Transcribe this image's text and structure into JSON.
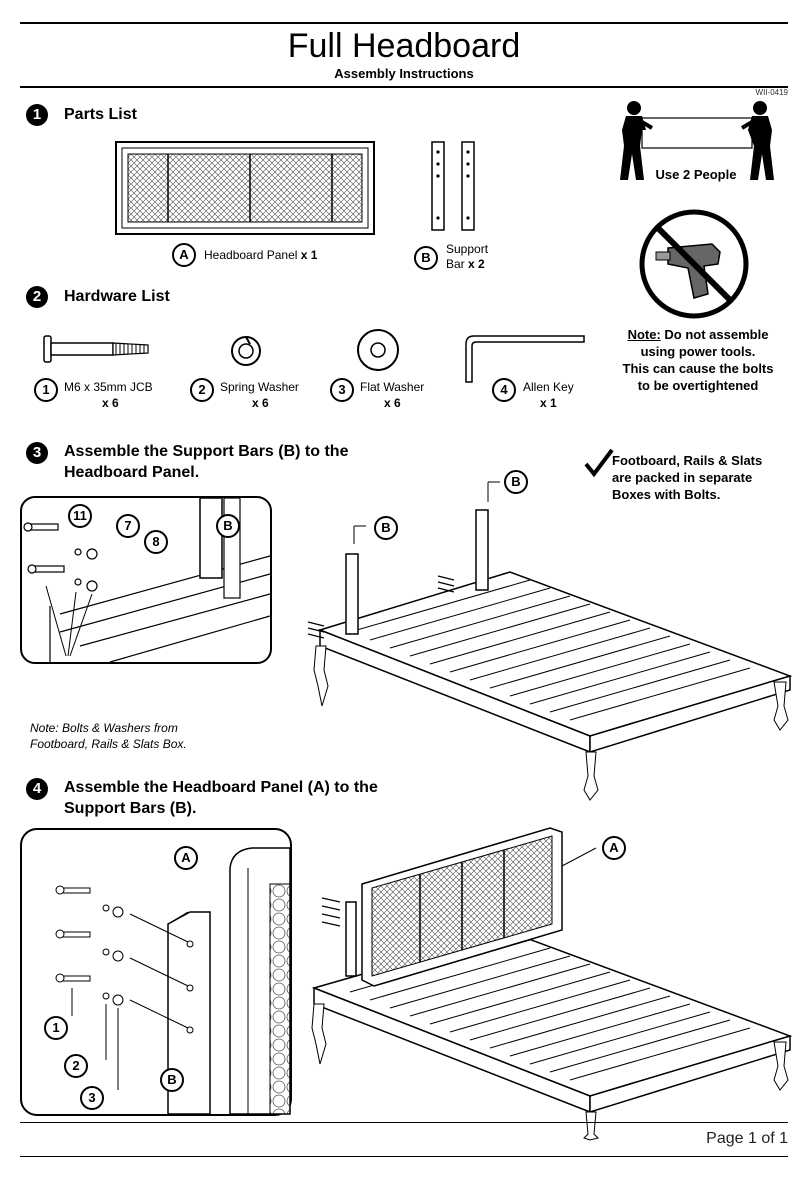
{
  "header": {
    "title": "Full Headboard",
    "subtitle": "Assembly Instructions",
    "code": "WII-0419"
  },
  "steps": [
    {
      "num": "1",
      "title": "Parts List"
    },
    {
      "num": "2",
      "title": "Hardware List"
    },
    {
      "num": "3",
      "title_line1": "Assemble the Support Bars (B) to the",
      "title_line2": "Headboard Panel."
    },
    {
      "num": "4",
      "title_line1": "Assemble the Headboard Panel (A) to the",
      "title_line2": "Support Bars (B)."
    }
  ],
  "parts": [
    {
      "letter": "A",
      "name": "Headboard Panel",
      "qty": "x 1"
    },
    {
      "letter": "B",
      "name_line1": "Support",
      "name_line2": "Bar",
      "qty": "x 2"
    }
  ],
  "hardware": [
    {
      "num": "1",
      "name": "M6 x 35mm JCB",
      "qty": "x 6"
    },
    {
      "num": "2",
      "name": "Spring Washer",
      "qty": "x 6"
    },
    {
      "num": "3",
      "name": "Flat Washer",
      "qty": "x 6"
    },
    {
      "num": "4",
      "name": "Allen Key",
      "qty": "x 1"
    }
  ],
  "sidebar": {
    "use_two_people": "Use 2 People",
    "note_label": "Note:",
    "note_text_1": " Do not assemble",
    "note_text_2": "using power tools.",
    "note_text_3": "This can cause the bolts",
    "note_text_4": "to be overtightened"
  },
  "step3": {
    "check_line1": "Footboard, Rails & Slats",
    "check_line2": "are packed in separate",
    "check_line3": "Boxes with Bolts.",
    "callouts": [
      "11",
      "7",
      "8"
    ],
    "letter": "B",
    "note_line1": "Note: Bolts & Washers from",
    "note_line2": "Footboard, Rails & Slats Box."
  },
  "step4": {
    "letter_a": "A",
    "letter_b": "B",
    "callouts": [
      "1",
      "2",
      "3"
    ]
  },
  "footer": {
    "page": "Page 1 of 1"
  }
}
